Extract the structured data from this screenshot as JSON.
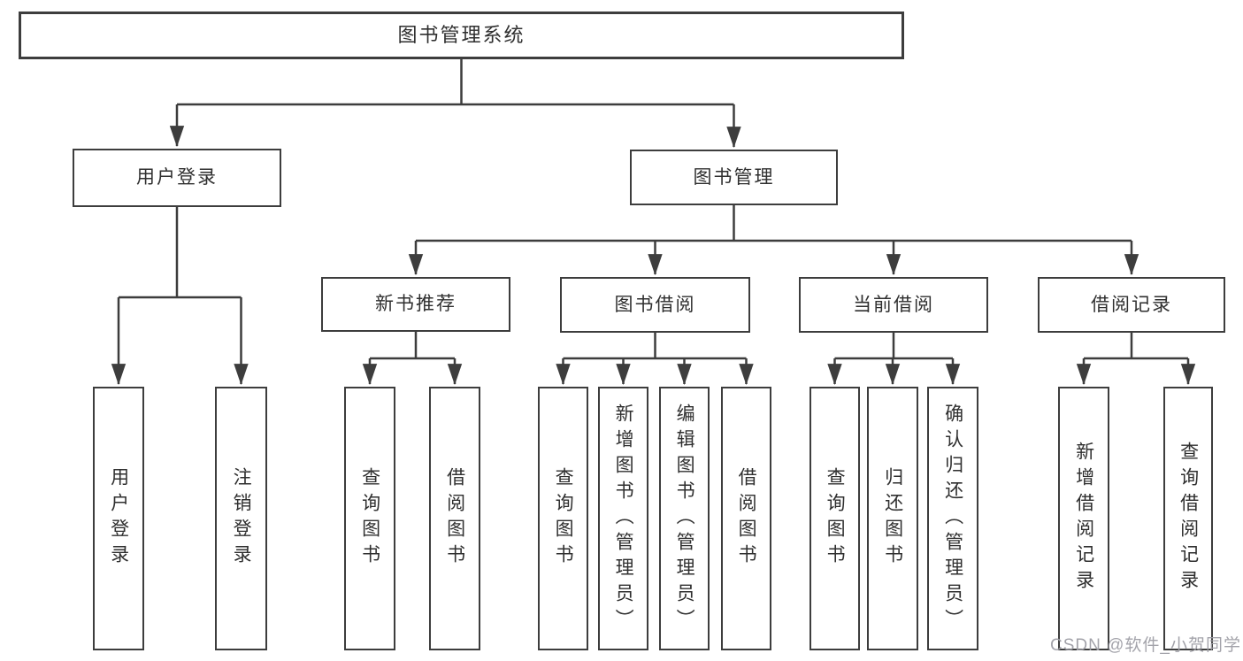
{
  "tree": {
    "label": "图书管理系统",
    "children": [
      {
        "label": "用户登录",
        "children": [
          {
            "label": "用户登录"
          },
          {
            "label": "注销登录"
          }
        ]
      },
      {
        "label": "图书管理",
        "children": [
          {
            "label": "新书推荐",
            "children": [
              {
                "label": "查询图书"
              },
              {
                "label": "借阅图书"
              }
            ]
          },
          {
            "label": "图书借阅",
            "children": [
              {
                "label": "查询图书"
              },
              {
                "label": "新增图书（管理员）"
              },
              {
                "label": "编辑图书（管理员）"
              },
              {
                "label": "借阅图书"
              }
            ]
          },
          {
            "label": "当前借阅",
            "children": [
              {
                "label": "查询图书"
              },
              {
                "label": "归还图书"
              },
              {
                "label": "确认归还（管理员）"
              }
            ]
          },
          {
            "label": "借阅记录",
            "children": [
              {
                "label": "新增借阅记录"
              },
              {
                "label": "查询借阅记录"
              }
            ]
          }
        ]
      }
    ]
  },
  "watermark": "CSDN @软件_小贺同学",
  "colors": {
    "line": "#3d3d3d",
    "text": "#2f2f2f",
    "watermark": "#9e9ea5",
    "background": "#ffffff"
  }
}
